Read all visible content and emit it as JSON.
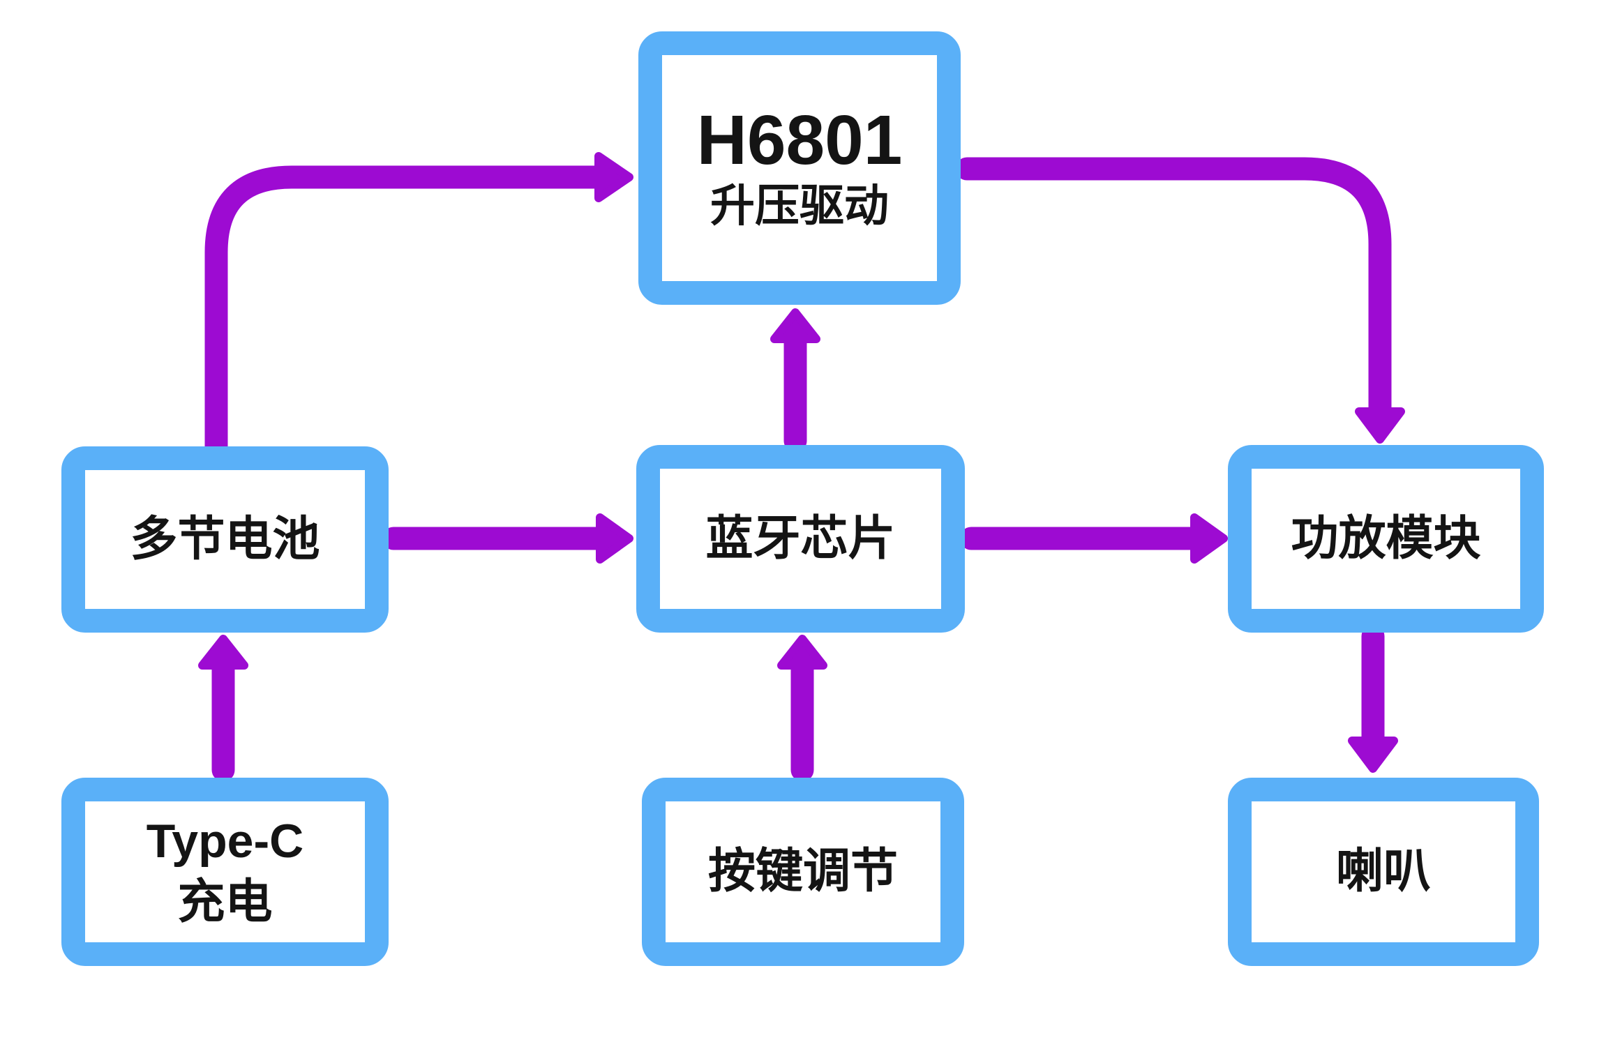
{
  "diagram": {
    "colors": {
      "box-border": "#5AB0F8",
      "arrow": "#9D0BD2",
      "text": "#141414",
      "background": "#FFFFFF"
    },
    "nodes": {
      "h6801": {
        "title": "H6801",
        "subtitle": "升压驱动"
      },
      "battery": {
        "label": "多节电池"
      },
      "bluetooth": {
        "label": "蓝牙芯片"
      },
      "amplifier": {
        "label": "功放模块"
      },
      "typec": {
        "line1": "Type-C",
        "line2": "充电"
      },
      "buttons": {
        "label": "按键调节"
      },
      "speaker": {
        "label": "喇叭"
      }
    },
    "edges": [
      {
        "from": "多节电池",
        "to": "H6801 升压驱动"
      },
      {
        "from": "H6801 升压驱动",
        "to": "功放模块"
      },
      {
        "from": "蓝牙芯片",
        "to": "H6801 升压驱动"
      },
      {
        "from": "多节电池",
        "to": "蓝牙芯片"
      },
      {
        "from": "蓝牙芯片",
        "to": "功放模块"
      },
      {
        "from": "Type-C 充电",
        "to": "多节电池"
      },
      {
        "from": "按键调节",
        "to": "蓝牙芯片"
      },
      {
        "from": "功放模块",
        "to": "喇叭"
      }
    ]
  }
}
